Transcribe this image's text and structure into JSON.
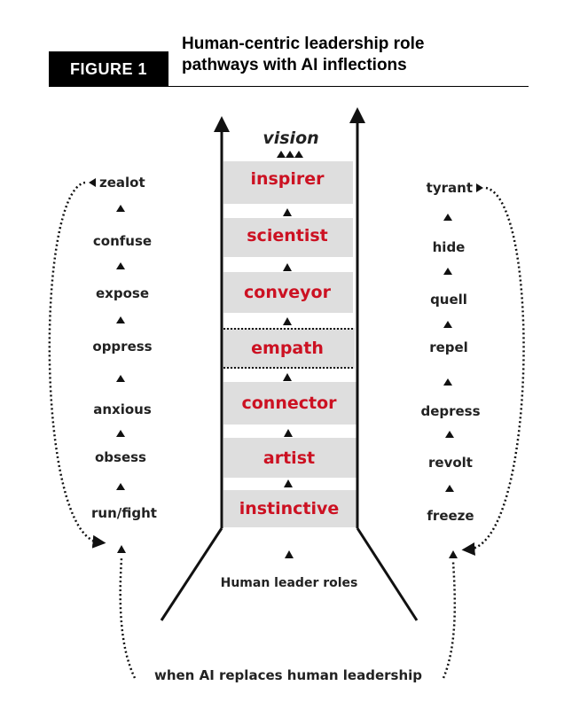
{
  "header": {
    "figure_label": "FIGURE 1",
    "title_line1": "Human-centric leadership role",
    "title_line2": "pathways with AI inflections"
  },
  "diagram": {
    "top_label": "vision",
    "roles": [
      "inspirer",
      "scientist",
      "conveyor",
      "empath",
      "connector",
      "artist",
      "instinctive"
    ],
    "base_label": "Human leader roles",
    "left_column": [
      "zealot",
      "confuse",
      "expose",
      "oppress",
      "anxious",
      "obsess",
      "run/fight"
    ],
    "right_column": [
      "tyrant",
      "hide",
      "quell",
      "repel",
      "depress",
      "revolt",
      "freeze"
    ],
    "bottom_label": "when AI replaces human leadership",
    "colors": {
      "role_text": "#cc1122",
      "band_fill": "#dedede",
      "ink": "#222222"
    }
  }
}
